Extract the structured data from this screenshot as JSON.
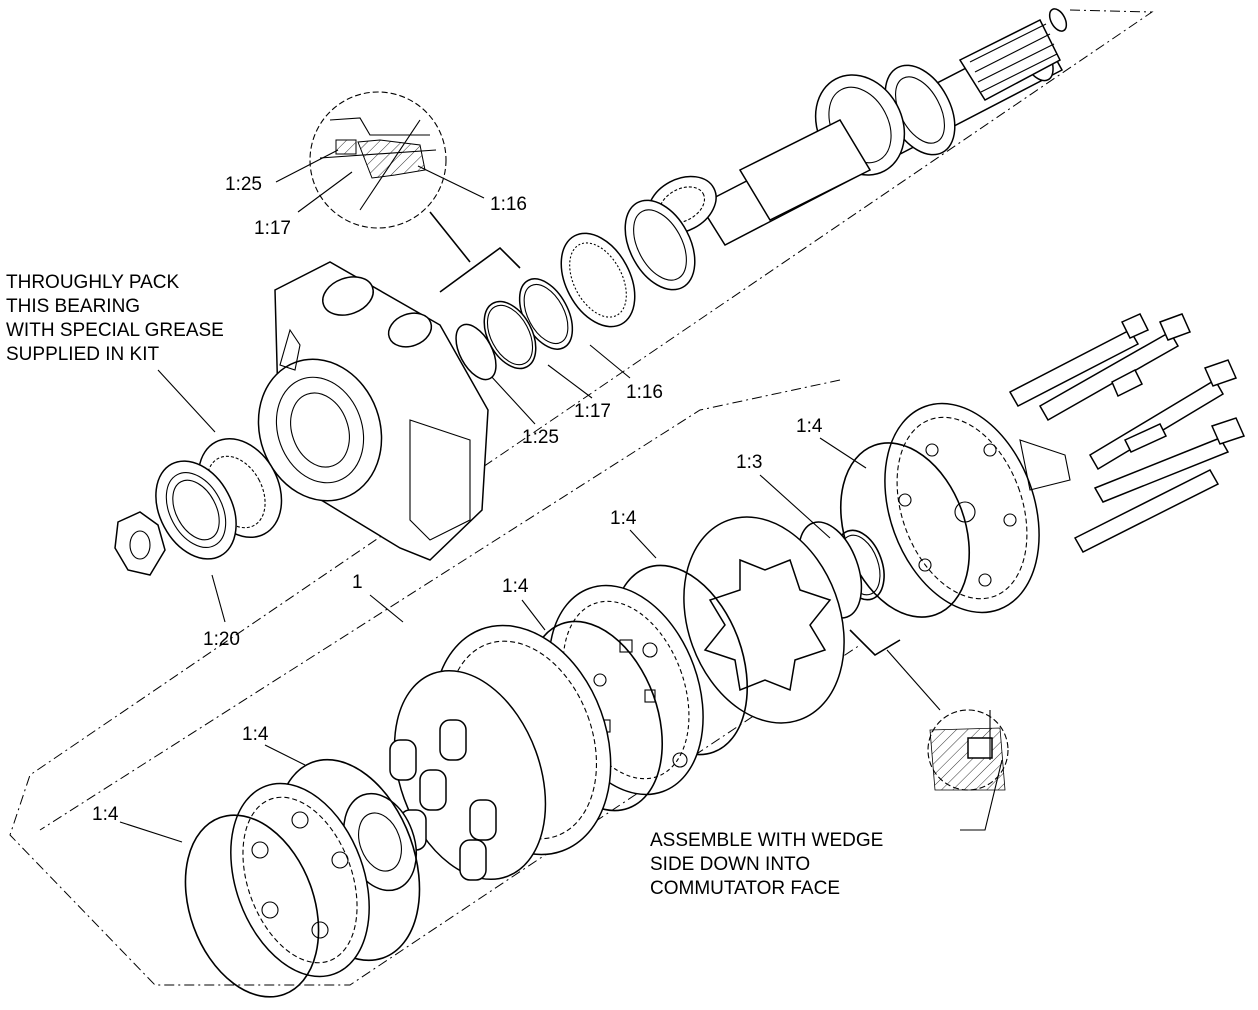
{
  "notes": {
    "grease": [
      "THROUGHLY PACK",
      "THIS BEARING",
      "WITH SPECIAL GREASE",
      "SUPPLIED IN KIT"
    ],
    "wedge": [
      "ASSEMBLE WITH WEDGE",
      "SIDE  DOWN INTO",
      "COMMUTATOR FACE"
    ]
  },
  "callouts": {
    "c25_detail": "1:25",
    "c17_detail": "1:17",
    "c16_detail": "1:16",
    "c16": "1:16",
    "c17": "1:17",
    "c25": "1:25",
    "c20": "1:20",
    "c1": "1",
    "c4_top": "1:4",
    "c3": "1:3",
    "c4_mid": "1:4",
    "c4_gerotor": "1:4",
    "c4_left": "1:4",
    "c4_far_left": "1:4"
  }
}
